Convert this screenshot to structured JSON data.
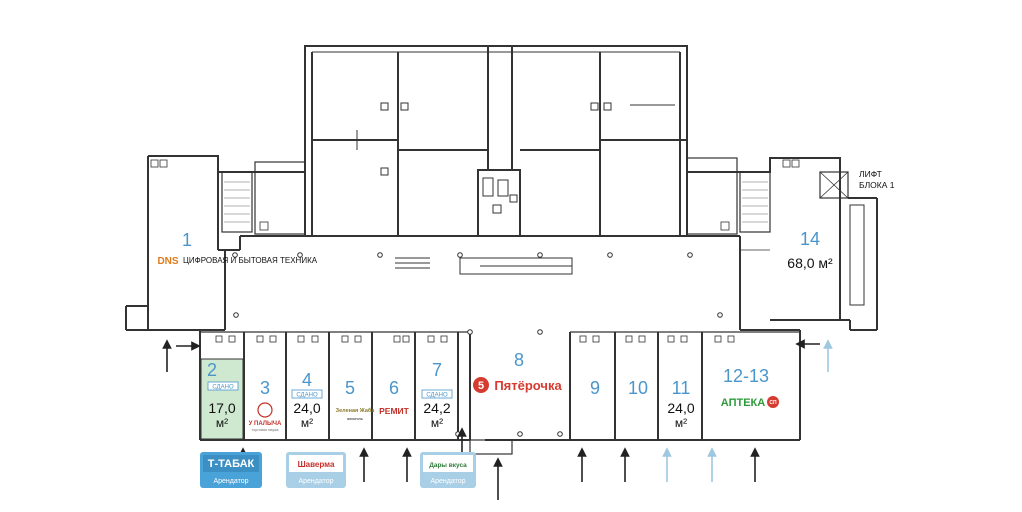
{
  "lift_label": [
    "ЛИФТ",
    "БЛОКА 1"
  ],
  "units": {
    "u1": "1",
    "u2": "2",
    "u3": "3",
    "u4": "4",
    "u5": "5",
    "u6": "6",
    "u7": "7",
    "u8": "8",
    "u9": "9",
    "u10": "10",
    "u11": "11",
    "u12_13": "12-13",
    "u14": "14"
  },
  "areas": {
    "u2": "17,0",
    "u4": "24,0",
    "u7": "24,2",
    "u11": "24,0",
    "u14": "68,0 м²",
    "unit": "м²"
  },
  "sold_label": "СДАНО",
  "brands": {
    "dns": "DNS",
    "dns_sub": "ЦИФРОВАЯ И БЫТОВАЯ ТЕХНИКА",
    "u_palycha": "У ПАЛЫЧА",
    "u_palycha_sub": "торговая марка",
    "zelenaya": "Зеленая Жаба",
    "zelenaya_sub": "алкоголь",
    "remit": "РЕМИТ",
    "pyaterochka": "Пятёрочка",
    "pyaterochka_mark": "5",
    "apteka": "АПТЕКА",
    "apteka_mark": "СП"
  },
  "tenant_cards": [
    {
      "title": "Т-ТАБАК",
      "sub": "Арендатор"
    },
    {
      "title": "Шаверма",
      "sub": "Арендатор"
    },
    {
      "title": "Дары вкуса",
      "sub": "Арендатор"
    }
  ],
  "colors": {
    "wall": "#333333",
    "number": "#4a96cc",
    "rented_fill": "#cfe8d0",
    "card_green": "#4aa3d8",
    "card_light": "#a9cfe6",
    "arrow_light": "#9ec8e0",
    "red": "#d63b2f"
  }
}
